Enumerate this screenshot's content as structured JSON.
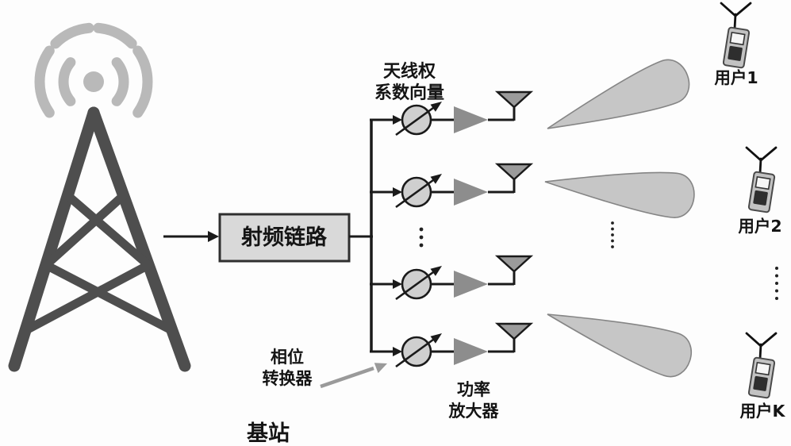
{
  "diagram": {
    "labels": {
      "rf_chain": "射频链路",
      "antenna_weight_line1": "天线权",
      "antenna_weight_line2": "系数向量",
      "phase_shifter_line1": "相位",
      "phase_shifter_line2": "转换器",
      "power_amplifier_line1": "功率",
      "power_amplifier_line2": "放大器",
      "base_station": "基站"
    },
    "users": [
      {
        "label": "用户1"
      },
      {
        "label": "用户2"
      },
      {
        "label": "用户K"
      }
    ],
    "branch_count_shown": 4,
    "beam_count_shown": 3,
    "icons": [
      "cell-tower-icon",
      "radio-waves-icon",
      "phase-shifter-icon",
      "amplifier-triangle-icon",
      "antenna-icon",
      "beam-lobe",
      "mobile-phone-icon",
      "vertical-ellipsis"
    ],
    "colors": {
      "background": "#fdfdfd",
      "line": "#1a1a1a",
      "rf_box_fill": "#d9d9d9",
      "rf_box_border": "#2f2f2f",
      "tower": "#4e4e4e",
      "radio_waves": "#b9b9b9",
      "phase_shifter_fill": "#cfcfcf",
      "amplifier_fill": "#8d8d8d",
      "antenna_fill": "#9b9b9b",
      "beam_fill": "#c6c6c6",
      "beam_stroke": "#858585",
      "pointer_arrow": "#9a9a9a"
    }
  }
}
